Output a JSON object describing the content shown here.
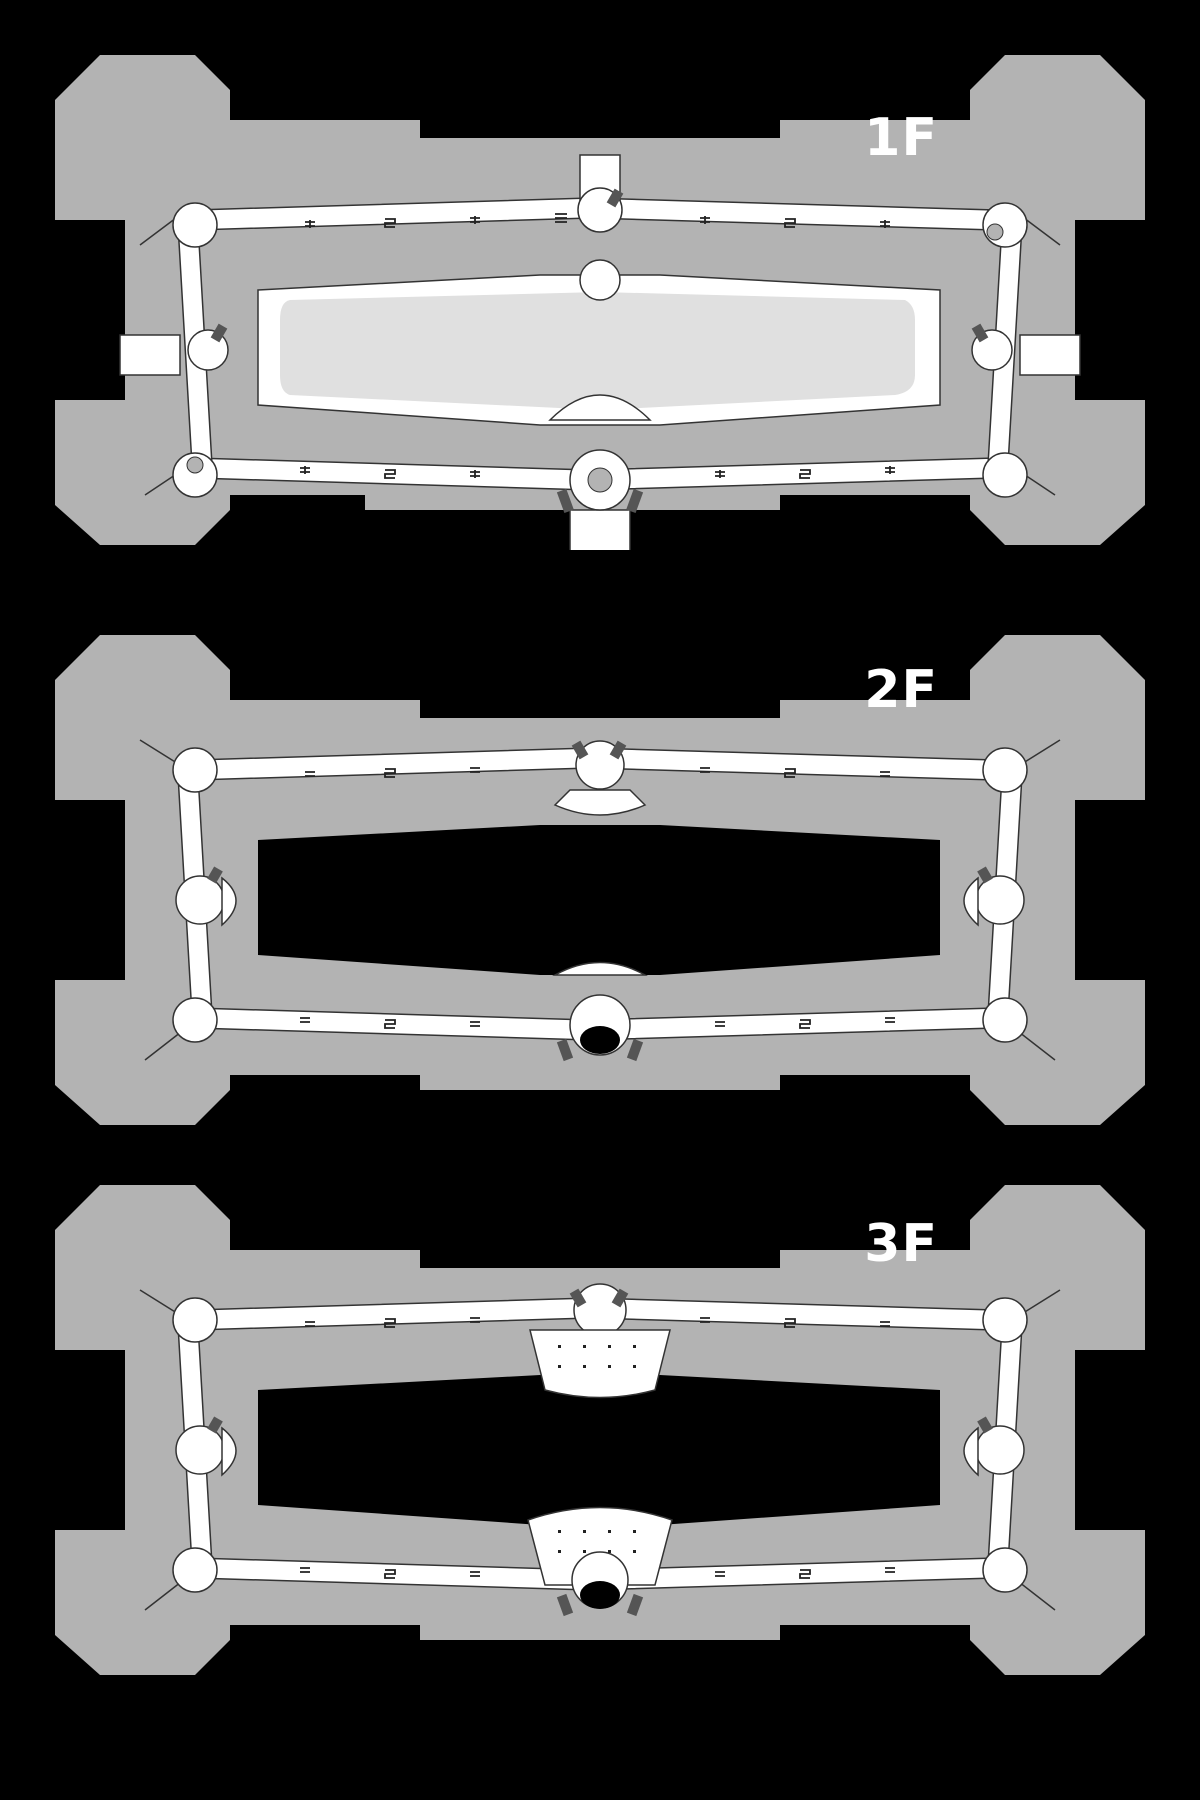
{
  "map": {
    "floors": [
      {
        "id": "floor-1",
        "label": "1F",
        "variant": "ground"
      },
      {
        "id": "floor-2",
        "label": "2F",
        "variant": "upper"
      },
      {
        "id": "floor-3",
        "label": "3F",
        "variant": "top"
      }
    ]
  },
  "colors": {
    "background": "#000000",
    "building": "#b3b3b3",
    "corridor": "#ffffff",
    "courtyard": "#e0e0e0",
    "stairs": "#555555",
    "label": "#ffffff"
  }
}
